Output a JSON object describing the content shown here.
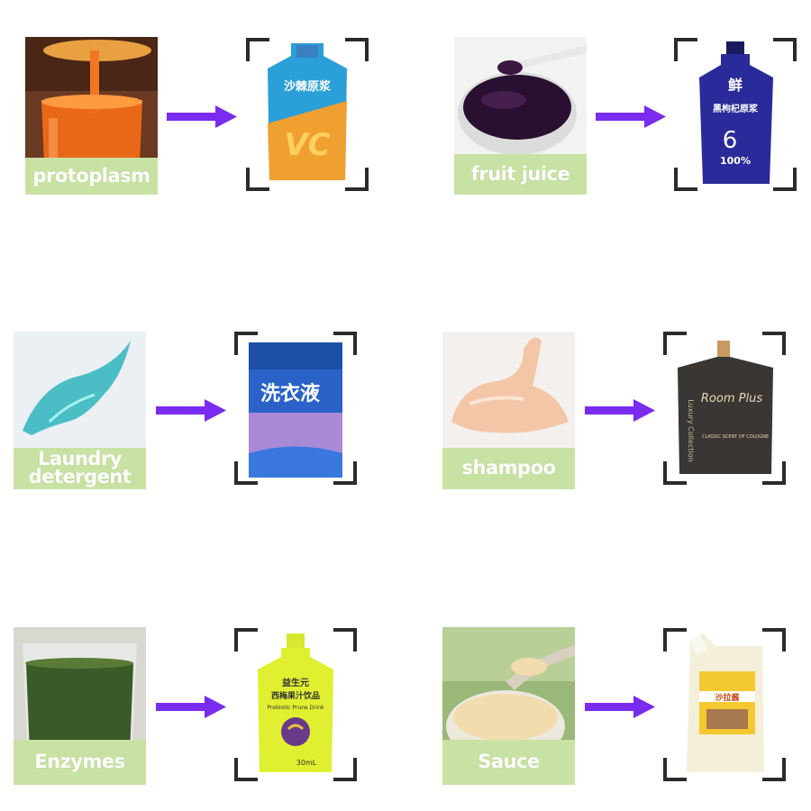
{
  "colors": {
    "label_bg": "#c8e2a4",
    "label_text": "#ffffff",
    "arrow": "#7a2bf0",
    "frame": "#2b2b2b"
  },
  "items": [
    {
      "label": "protoplasm",
      "pouch_text": [
        "沙棘原浆",
        "VC"
      ]
    },
    {
      "label": "fruit juice",
      "pouch_text": [
        "鲜",
        "黑枸杞原浆",
        "100%"
      ]
    },
    {
      "label": "Laundry detergent",
      "pouch_text": [
        "洗衣液"
      ]
    },
    {
      "label": "shampoo",
      "pouch_text": [
        "Room Plus",
        "Luxury Collection",
        "CLASSIC SCENT OF COLOGNE"
      ]
    },
    {
      "label": "Enzymes",
      "pouch_text": [
        "益生元",
        "西梅果汁饮品",
        "Prebiotic Prune Drink",
        "30mL"
      ]
    },
    {
      "label": "Sauce",
      "pouch_text": [
        "沙拉酱"
      ]
    }
  ]
}
